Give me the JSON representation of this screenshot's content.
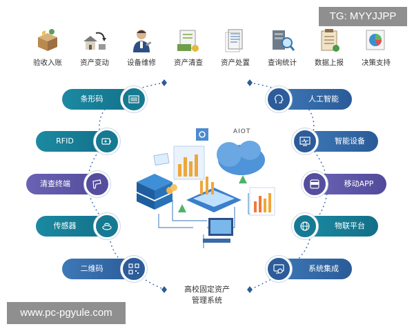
{
  "watermarks": {
    "tg": "TG: MYYJJPP",
    "url": "www.pc-pgyule.com"
  },
  "top_modules": [
    {
      "label": "验收入账",
      "icon": "box-icon"
    },
    {
      "label": "资产变动",
      "icon": "house-transfer-icon"
    },
    {
      "label": "设备维修",
      "icon": "technician-icon"
    },
    {
      "label": "资产清查",
      "icon": "inventory-money-icon"
    },
    {
      "label": "资产处置",
      "icon": "document-icon"
    },
    {
      "label": "查询统计",
      "icon": "server-search-icon"
    },
    {
      "label": "数据上报",
      "icon": "report-icon"
    },
    {
      "label": "决策支持",
      "icon": "pie-chart-icon"
    }
  ],
  "left_items": [
    {
      "label": "条形码",
      "icon": "barcode-icon",
      "color": "teal"
    },
    {
      "label": "RFID",
      "icon": "rfid-icon",
      "color": "teal"
    },
    {
      "label": "清查终端",
      "icon": "scanner-icon",
      "color": "purple"
    },
    {
      "label": "传感器",
      "icon": "sensor-icon",
      "color": "teal"
    },
    {
      "label": "二维码",
      "icon": "qrcode-icon",
      "color": "blue"
    }
  ],
  "right_items": [
    {
      "label": "人工智能",
      "icon": "ai-head-icon",
      "color": "blue"
    },
    {
      "label": "智能设备",
      "icon": "monitor-wave-icon",
      "color": "blue"
    },
    {
      "label": "移动APP",
      "icon": "app-icon",
      "color": "purple"
    },
    {
      "label": "物联平台",
      "icon": "globe-icon",
      "color": "teal"
    },
    {
      "label": "系统集成",
      "icon": "integration-icon",
      "color": "blue"
    }
  ],
  "center": {
    "aiot": "AIOT",
    "title_line1": "高校固定资产",
    "title_line2": "管理系统"
  },
  "colors": {
    "blue": "#2c5c99",
    "teal": "#167a92",
    "purple": "#554d9d",
    "dots": "#3a6aa8"
  }
}
